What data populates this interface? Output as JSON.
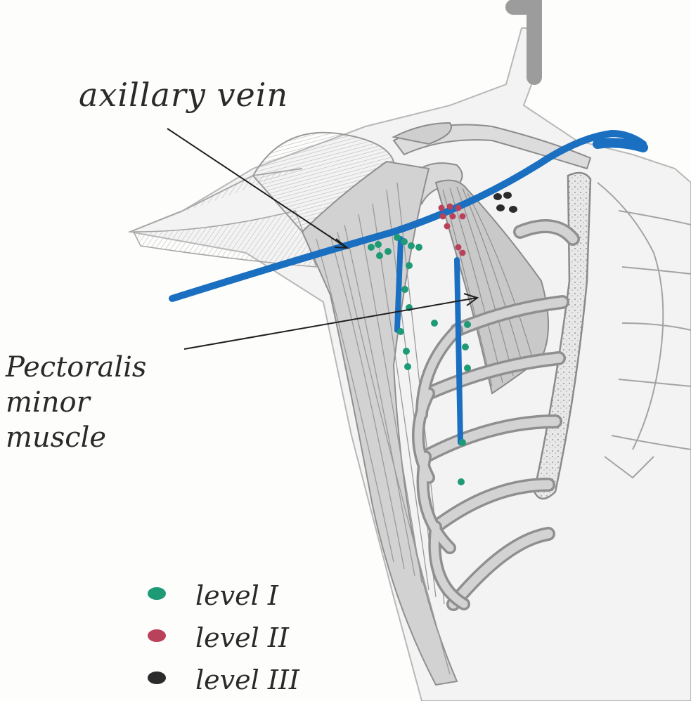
{
  "labels": {
    "axillary_vein": "axillary vein",
    "pectoralis_line1": "Pectoralis",
    "pectoralis_line2": "minor muscle"
  },
  "legend": [
    {
      "label": "level I",
      "color": "#1f9a77"
    },
    {
      "label": "level II",
      "color": "#b9425a"
    },
    {
      "label": "level III",
      "color": "#2b2b2b"
    }
  ],
  "colors": {
    "vein": "#1a6fc0",
    "bone_fill": "#d6d6d6",
    "bone_stroke": "#8a8a8a",
    "muscle": "#a9a9a9",
    "skin": "#e4e4e4"
  }
}
